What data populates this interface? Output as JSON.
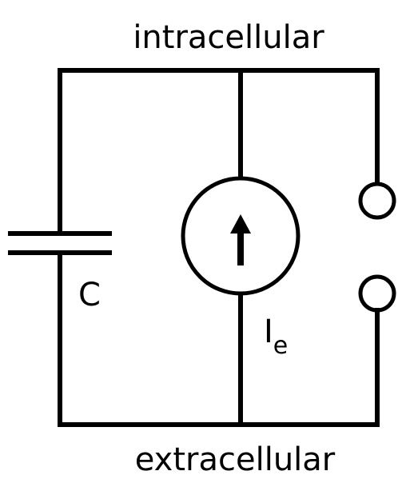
{
  "labels": {
    "top": "intracellular",
    "bottom": "extracellular",
    "capacitor": "C",
    "current_main": "I",
    "current_sub": "e"
  },
  "colors": {
    "line": "#000000",
    "background": "#ffffff"
  },
  "icons": {
    "source_arrow": "arrow-up-icon"
  }
}
